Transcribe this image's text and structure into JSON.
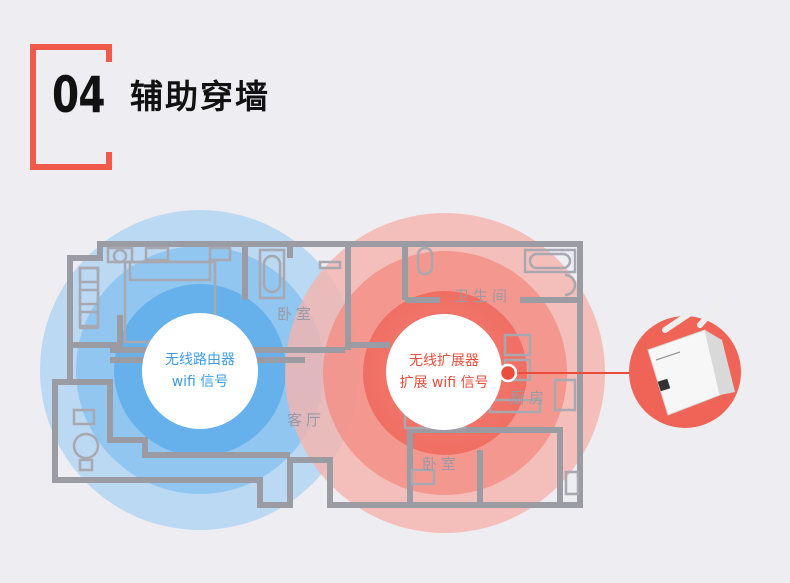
{
  "header": {
    "number": "04",
    "title": "辅助穿墙"
  },
  "rooms": {
    "bedroom_top": "卧室",
    "living_room": "客厅",
    "bathroom": "卫生间",
    "kitchen": "厨房",
    "bedroom_bottom": "卧室"
  },
  "router": {
    "line1": "无线路由器",
    "line2": "wifi 信号",
    "color": "#3d9de3"
  },
  "extender": {
    "line1": "无线扩展器",
    "line2": "扩展 wifi 信号",
    "color": "#ea4d3b"
  },
  "colors": {
    "accent": "#ef5a4b",
    "wall": "#9b9ba3",
    "background": "#eeedf2"
  },
  "icons": {
    "device": "wifi-extender-device"
  }
}
